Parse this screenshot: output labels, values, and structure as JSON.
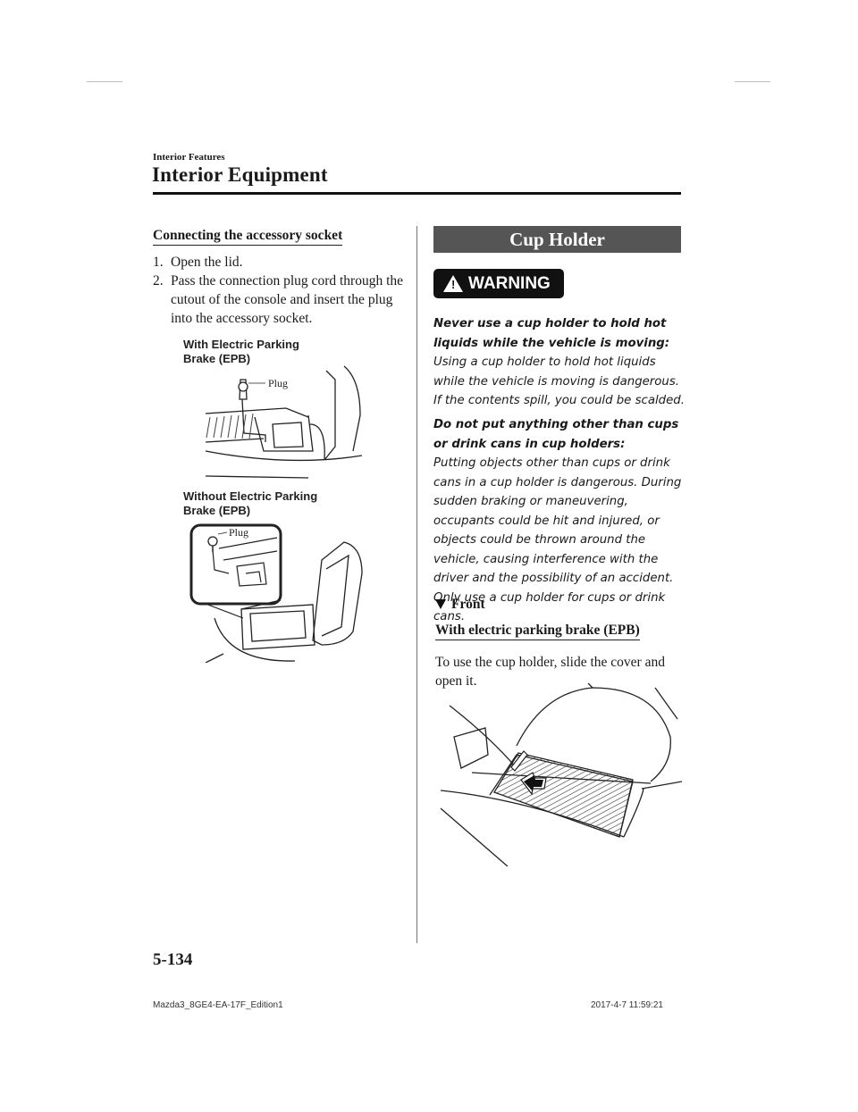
{
  "header": {
    "section_label": "Interior Features",
    "title": "Interior Equipment"
  },
  "left": {
    "subheading": "Connecting the accessory socket",
    "steps": [
      {
        "num": "1.",
        "text": "Open the lid."
      },
      {
        "num": "2.",
        "text": "Pass the connection plug cord through the cutout of the console and insert the plug into the accessory socket."
      }
    ],
    "figure1": {
      "caption_line1": "With Electric Parking",
      "caption_line2": "Brake (EPB)",
      "callout": "Plug"
    },
    "figure2": {
      "caption_line1": "Without Electric Parking",
      "caption_line2": "Brake (EPB)",
      "callout": "Plug"
    }
  },
  "right": {
    "section_title": "Cup Holder",
    "warning_label": "WARNING",
    "warning_icon": "warning-triangle-icon",
    "warnings": [
      {
        "heading": "Never use a cup holder to hold hot liquids while the vehicle is moving:",
        "body": "Using a cup holder to hold hot liquids while the vehicle is moving is dangerous. If the contents spill, you could be scalded."
      },
      {
        "heading": "Do not put anything other than cups or drink cans in cup holders:",
        "body": "Putting objects other than cups or drink cans in a cup holder is dangerous. During sudden braking or maneuvering, occupants could be hit and injured, or objects could be thrown around the vehicle, causing interference with the driver and the possibility of an accident. Only use a cup holder for cups or drink cans."
      }
    ],
    "front_label": "Front",
    "epb_subheading": "With electric parking brake (EPB)",
    "instruction": "To use the cup holder, slide the cover and open it."
  },
  "page_number": "5-134",
  "footer": {
    "left": "Mazda3_8GE4-EA-17F_Edition1",
    "right": "2017-4-7 11:59:21"
  },
  "colors": {
    "section_box": "#555555",
    "warning_badge": "#111111"
  }
}
